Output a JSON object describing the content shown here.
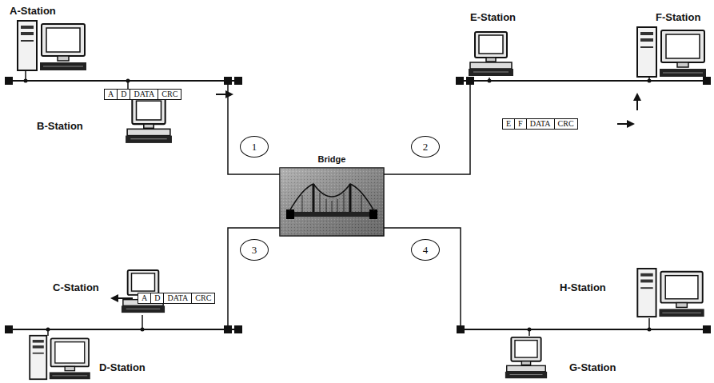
{
  "diagram": {
    "nodes": [
      {
        "text": [
          "Bridge"
        ]
      },
      {
        "text": [
          "1"
        ]
      },
      {
        "text": [
          "2"
        ]
      },
      {
        "text": [
          "3"
        ]
      },
      {
        "text": [
          "4"
        ]
      },
      {
        "text": [
          "A",
          "D",
          "DATA",
          "CRC"
        ]
      },
      {
        "text": [
          "E",
          "F",
          "DATA",
          "CRC"
        ]
      },
      {
        "text": [
          "A",
          "D",
          "DATA",
          "CRC"
        ]
      }
    ],
    "labels": [
      "A-Station",
      "E-Station",
      "F-Station",
      "B-Station",
      "C-Station",
      "H-Station",
      "D-Station",
      "G-Station"
    ]
  }
}
